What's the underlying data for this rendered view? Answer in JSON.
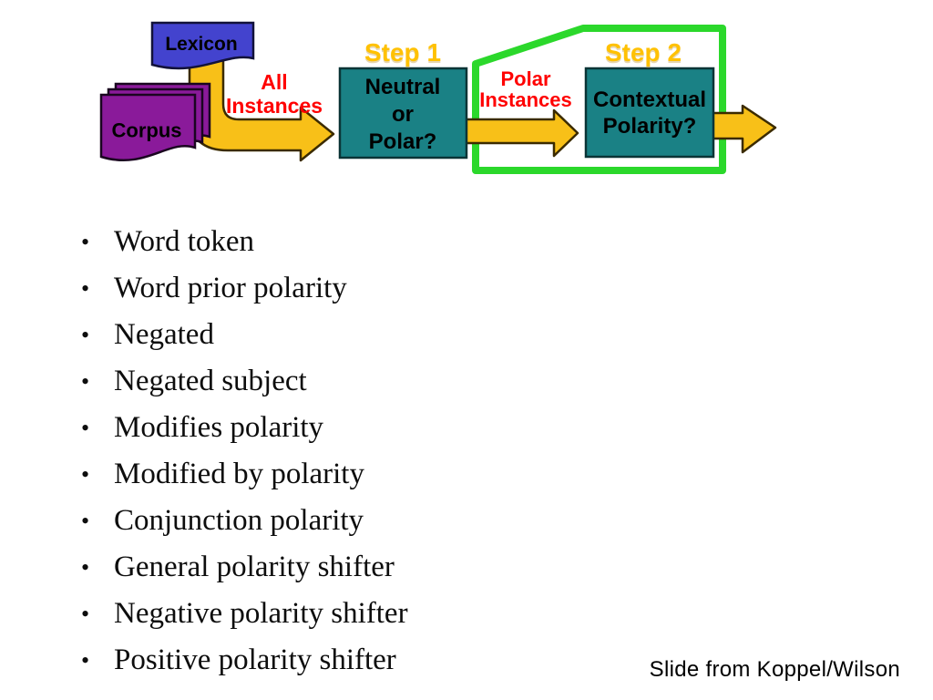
{
  "diagram": {
    "lexicon_label": "Lexicon",
    "corpus_label": "Corpus",
    "step1_label": "Step 1",
    "step2_label": "Step 2",
    "all_instances": {
      "line1": "All",
      "line2": "Instances"
    },
    "polar_instances": {
      "line1": "Polar",
      "line2": "Instances"
    },
    "box1": {
      "line1": "Neutral",
      "line2": "or",
      "line3": "Polar?"
    },
    "box2": {
      "line1": "Contextual",
      "line2": "Polarity?"
    },
    "colors": {
      "lexicon_blue": "#4343CE",
      "corpus_purple": "#8A1A9A",
      "box_teal": "#1A8185",
      "arrow_gold": "#F8C018",
      "step_gold": "#FFC103",
      "label_red": "#FF0000",
      "highlight_green": "#2BD82B"
    }
  },
  "bullets": {
    "items": [
      "Word token",
      "Word prior polarity",
      "Negated",
      "Negated subject",
      "Modifies polarity",
      "Modified by polarity",
      "Conjunction polarity",
      "General polarity shifter",
      "Negative polarity shifter",
      "Positive polarity shifter"
    ]
  },
  "footer": {
    "credit": "Slide from Koppel/Wilson"
  }
}
